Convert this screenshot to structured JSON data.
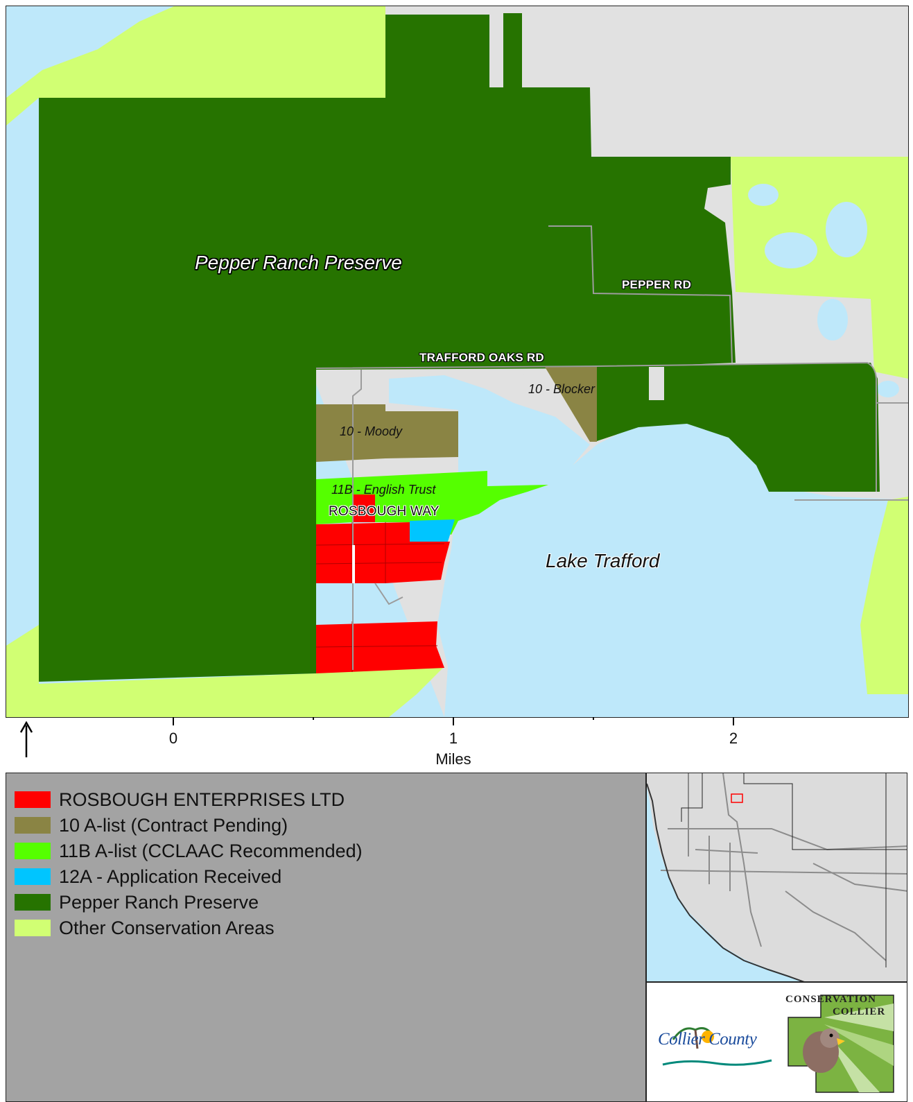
{
  "map": {
    "labels": {
      "preserve": "Pepper Ranch Preserve",
      "lake": "Lake Trafford",
      "pepper_rd": "PEPPER RD",
      "trafford_oaks_rd": "TRAFFORD OAKS RD",
      "rosbough_way": "ROSBOUGH WAY",
      "blocker": "10 - Blocker",
      "moody": "10 - Moody",
      "english_trust": "11B - English Trust"
    },
    "colors": {
      "water": "#bee8fa",
      "land": "#e1e1e1",
      "preserve": "#267300",
      "other_conservation": "#d1ff73",
      "rosbough": "#ff0000",
      "contract_pending": "#8a8444",
      "cclaac": "#55ff00",
      "application": "#00c5ff",
      "road": "#9c9c9c"
    }
  },
  "scale_bar": {
    "ticks": [
      "0",
      "1",
      "2"
    ],
    "unit": "Miles",
    "north_arrow": "north-arrow-icon"
  },
  "legend": {
    "items": [
      {
        "label": "ROSBOUGH ENTERPRISES LTD",
        "color": "#ff0000"
      },
      {
        "label": "10 A-list (Contract Pending)",
        "color": "#8a8444"
      },
      {
        "label": "11B A-list (CCLAAC Recommended)",
        "color": "#55ff00"
      },
      {
        "label": "12A - Application Received",
        "color": "#00c5ff"
      },
      {
        "label": "Pepper Ranch Preserve",
        "color": "#267300"
      },
      {
        "label": "Other Conservation Areas",
        "color": "#d1ff73"
      }
    ]
  },
  "logos": {
    "collier_county": "Collier County",
    "conservation_line1": "CONSERVATION",
    "conservation_line2": "COLLIER"
  }
}
